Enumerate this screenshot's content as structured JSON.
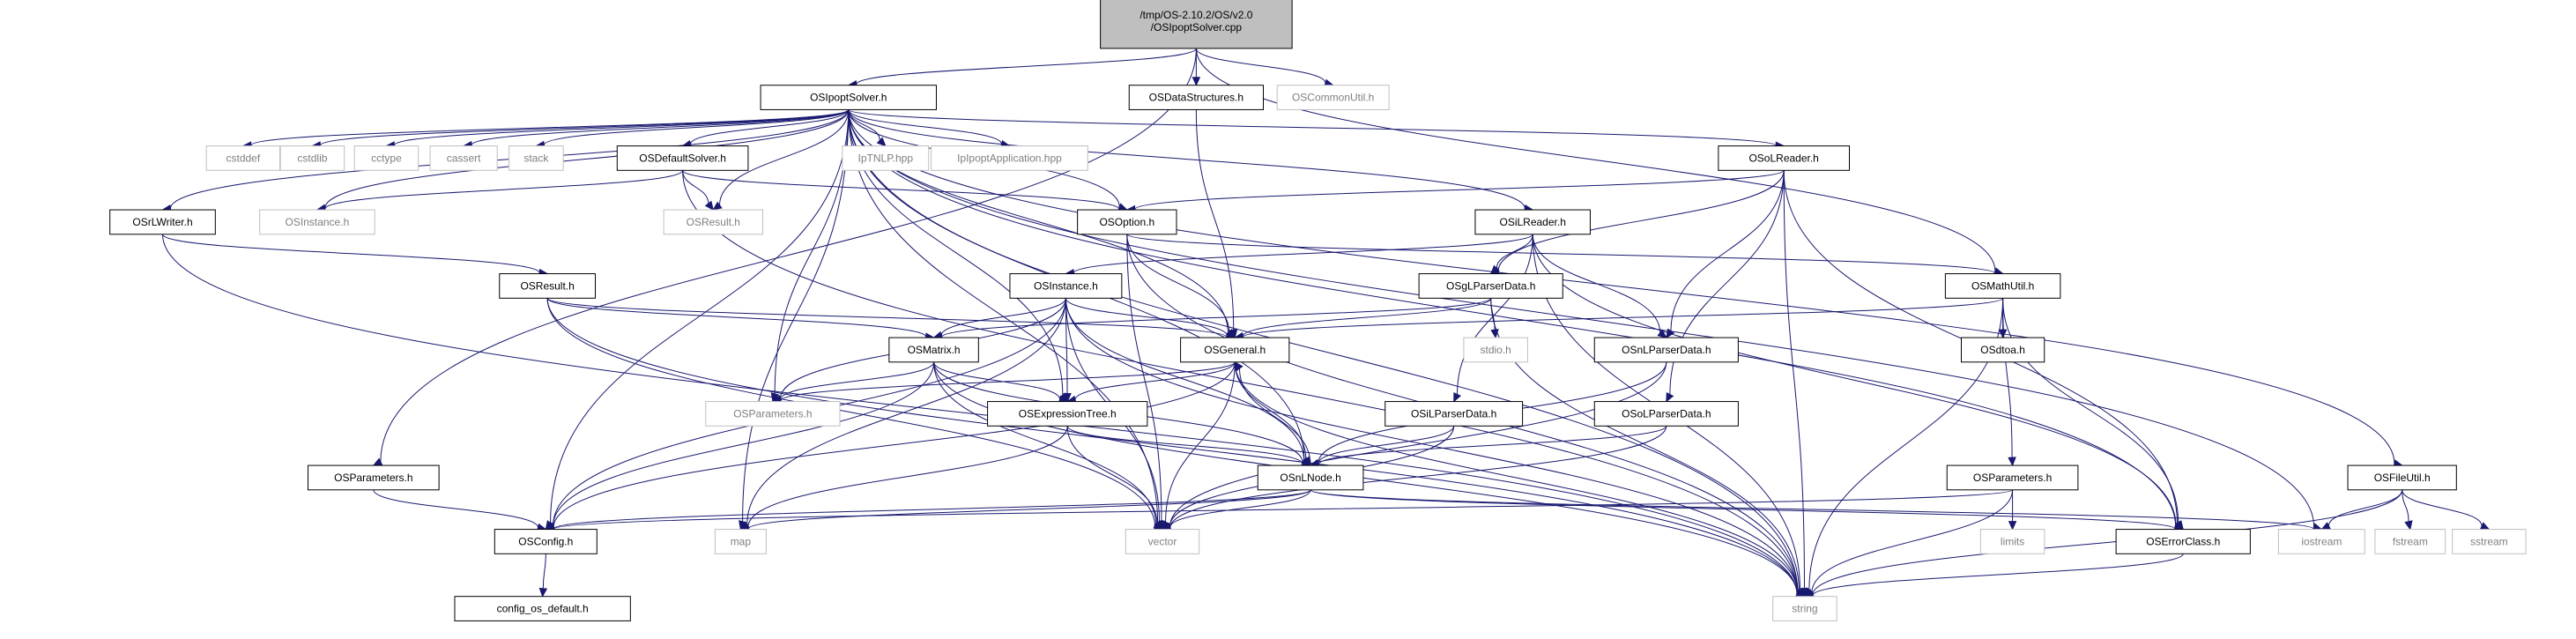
{
  "colors": {
    "edge": "#191970",
    "node_border": "#000000",
    "node_border_missing": "#bfbfbf",
    "root_fill": "#bfbfbf",
    "node_fill": "#ffffff",
    "text": "#000000",
    "text_missing": "#7f7f7f"
  },
  "nodes": [
    {
      "id": "root",
      "label": "/tmp/OS-2.10.2/OS/v2.0\n/OSIpoptSolver.cpp",
      "kind": "root"
    },
    {
      "id": "ipoptsolver",
      "label": "OSIpoptSolver.h",
      "kind": "file"
    },
    {
      "id": "datastructures",
      "label": "OSDataStructures.h",
      "kind": "file"
    },
    {
      "id": "commonutil",
      "label": "OSCommonUtil.h",
      "kind": "missing"
    },
    {
      "id": "cstddef",
      "label": "cstddef",
      "kind": "missing"
    },
    {
      "id": "cstdlib",
      "label": "cstdlib",
      "kind": "missing"
    },
    {
      "id": "cctype",
      "label": "cctype",
      "kind": "missing"
    },
    {
      "id": "cassert",
      "label": "cassert",
      "kind": "missing"
    },
    {
      "id": "stack",
      "label": "stack",
      "kind": "missing"
    },
    {
      "id": "defaultsolver",
      "label": "OSDefaultSolver.h",
      "kind": "file"
    },
    {
      "id": "iptnlp",
      "label": "IpTNLP.hpp",
      "kind": "missing"
    },
    {
      "id": "ipoptapp",
      "label": "IpIpoptApplication.hpp",
      "kind": "missing"
    },
    {
      "id": "osolreader",
      "label": "OSoLReader.h",
      "kind": "file"
    },
    {
      "id": "osfileutil",
      "label": "OSFileUtil.h",
      "kind": "file"
    },
    {
      "id": "osrlwriter",
      "label": "OSrLWriter.h",
      "kind": "file"
    },
    {
      "id": "osinstance_m",
      "label": "OSInstance.h",
      "kind": "missing"
    },
    {
      "id": "osresult_m",
      "label": "OSResult.h",
      "kind": "missing"
    },
    {
      "id": "osoption",
      "label": "OSOption.h",
      "kind": "file"
    },
    {
      "id": "osilreader",
      "label": "OSiLReader.h",
      "kind": "file"
    },
    {
      "id": "osresult",
      "label": "OSResult.h",
      "kind": "file"
    },
    {
      "id": "osinstance",
      "label": "OSInstance.h",
      "kind": "file"
    },
    {
      "id": "osglparser",
      "label": "OSgLParserData.h",
      "kind": "file"
    },
    {
      "id": "osmathutil",
      "label": "OSMathUtil.h",
      "kind": "file"
    },
    {
      "id": "osmatrix",
      "label": "OSMatrix.h",
      "kind": "file"
    },
    {
      "id": "osgeneral",
      "label": "OSGeneral.h",
      "kind": "file"
    },
    {
      "id": "stdio",
      "label": "stdio.h",
      "kind": "missing"
    },
    {
      "id": "osnlparser",
      "label": "OSnLParserData.h",
      "kind": "file"
    },
    {
      "id": "osdtoa",
      "label": "OSdtoa.h",
      "kind": "file"
    },
    {
      "id": "osparameters_m",
      "label": "OSParameters.h",
      "kind": "missing"
    },
    {
      "id": "osexprtree",
      "label": "OSExpressionTree.h",
      "kind": "file"
    },
    {
      "id": "osilparser",
      "label": "OSiLParserData.h",
      "kind": "file"
    },
    {
      "id": "osolparser",
      "label": "OSoLParserData.h",
      "kind": "file"
    },
    {
      "id": "osparameters_l",
      "label": "OSParameters.h",
      "kind": "file"
    },
    {
      "id": "osnlnode",
      "label": "OSnLNode.h",
      "kind": "file"
    },
    {
      "id": "osparameters_r",
      "label": "OSParameters.h",
      "kind": "file"
    },
    {
      "id": "limits",
      "label": "limits",
      "kind": "missing"
    },
    {
      "id": "fstream",
      "label": "fstream",
      "kind": "missing"
    },
    {
      "id": "sstream",
      "label": "sstream",
      "kind": "missing"
    },
    {
      "id": "osconfig",
      "label": "OSConfig.h",
      "kind": "file"
    },
    {
      "id": "map",
      "label": "map",
      "kind": "missing"
    },
    {
      "id": "vector",
      "label": "vector",
      "kind": "missing"
    },
    {
      "id": "iostream",
      "label": "iostream",
      "kind": "missing"
    },
    {
      "id": "oserrorclass",
      "label": "OSErrorClass.h",
      "kind": "file"
    },
    {
      "id": "configdefault",
      "label": "config_os_default.h",
      "kind": "file"
    },
    {
      "id": "string",
      "label": "string",
      "kind": "missing"
    }
  ],
  "edges": [
    [
      "root",
      "ipoptsolver"
    ],
    [
      "root",
      "datastructures"
    ],
    [
      "root",
      "commonutil"
    ],
    [
      "root",
      "osparameters_l"
    ],
    [
      "root",
      "osmathutil"
    ],
    [
      "ipoptsolver",
      "cstddef"
    ],
    [
      "ipoptsolver",
      "cstdlib"
    ],
    [
      "ipoptsolver",
      "cctype"
    ],
    [
      "ipoptsolver",
      "cassert"
    ],
    [
      "ipoptsolver",
      "stack"
    ],
    [
      "ipoptsolver",
      "defaultsolver"
    ],
    [
      "ipoptsolver",
      "iptnlp"
    ],
    [
      "ipoptsolver",
      "ipoptapp"
    ],
    [
      "ipoptsolver",
      "osolreader"
    ],
    [
      "ipoptsolver",
      "osfileutil"
    ],
    [
      "ipoptsolver",
      "osrlwriter"
    ],
    [
      "ipoptsolver",
      "osinstance_m"
    ],
    [
      "ipoptsolver",
      "osresult_m"
    ],
    [
      "ipoptsolver",
      "osoption"
    ],
    [
      "ipoptsolver",
      "osilreader"
    ],
    [
      "ipoptsolver",
      "osgeneral"
    ],
    [
      "ipoptsolver",
      "osnlnode"
    ],
    [
      "ipoptsolver",
      "osexprtree"
    ],
    [
      "ipoptsolver",
      "osparameters_m"
    ],
    [
      "ipoptsolver",
      "osconfig"
    ],
    [
      "ipoptsolver",
      "map"
    ],
    [
      "ipoptsolver",
      "vector"
    ],
    [
      "ipoptsolver",
      "string"
    ],
    [
      "ipoptsolver",
      "iostream"
    ],
    [
      "ipoptsolver",
      "oserrorclass"
    ],
    [
      "datastructures",
      "osgeneral"
    ],
    [
      "defaultsolver",
      "osinstance_m"
    ],
    [
      "defaultsolver",
      "osresult_m"
    ],
    [
      "defaultsolver",
      "osoption"
    ],
    [
      "defaultsolver",
      "string"
    ],
    [
      "osolreader",
      "osoption"
    ],
    [
      "osolreader",
      "osglparser"
    ],
    [
      "osolreader",
      "osnlparser"
    ],
    [
      "osolreader",
      "osolparser"
    ],
    [
      "osolreader",
      "oserrorclass"
    ],
    [
      "osolreader",
      "string"
    ],
    [
      "osfileutil",
      "iostream"
    ],
    [
      "osfileutil",
      "fstream"
    ],
    [
      "osfileutil",
      "sstream"
    ],
    [
      "osfileutil",
      "string"
    ],
    [
      "osrlwriter",
      "osresult"
    ],
    [
      "osrlwriter",
      "string"
    ],
    [
      "osoption",
      "osgeneral"
    ],
    [
      "osoption",
      "osmathutil"
    ],
    [
      "osoption",
      "vector"
    ],
    [
      "osoption",
      "string"
    ],
    [
      "osilreader",
      "osinstance"
    ],
    [
      "osilreader",
      "osglparser"
    ],
    [
      "osilreader",
      "osnlparser"
    ],
    [
      "osilreader",
      "osilparser"
    ],
    [
      "osilreader",
      "oserrorclass"
    ],
    [
      "osilreader",
      "string"
    ],
    [
      "osresult",
      "osgeneral"
    ],
    [
      "osresult",
      "osmatrix"
    ],
    [
      "osresult",
      "vector"
    ],
    [
      "osresult",
      "string"
    ],
    [
      "osinstance",
      "osmatrix"
    ],
    [
      "osinstance",
      "osgeneral"
    ],
    [
      "osinstance",
      "osexprtree"
    ],
    [
      "osinstance",
      "osnlnode"
    ],
    [
      "osinstance",
      "osparameters_m"
    ],
    [
      "osinstance",
      "osconfig"
    ],
    [
      "osinstance",
      "map"
    ],
    [
      "osinstance",
      "vector"
    ],
    [
      "osinstance",
      "string"
    ],
    [
      "osglparser",
      "osmatrix"
    ],
    [
      "osglparser",
      "osgeneral"
    ],
    [
      "osglparser",
      "stdio"
    ],
    [
      "osglparser",
      "string"
    ],
    [
      "osmathutil",
      "osgeneral"
    ],
    [
      "osmathutil",
      "osdtoa"
    ],
    [
      "osmathutil",
      "osparameters_r"
    ],
    [
      "osmathutil",
      "oserrorclass"
    ],
    [
      "osmathutil",
      "string"
    ],
    [
      "osmatrix",
      "osparameters_m"
    ],
    [
      "osmatrix",
      "osexprtree"
    ],
    [
      "osmatrix",
      "osnlnode"
    ],
    [
      "osmatrix",
      "osconfig"
    ],
    [
      "osmatrix",
      "vector"
    ],
    [
      "osmatrix",
      "string"
    ],
    [
      "osgeneral",
      "osparameters_m"
    ],
    [
      "osgeneral",
      "osexprtree"
    ],
    [
      "osgeneral",
      "osnlnode"
    ],
    [
      "osgeneral",
      "osconfig"
    ],
    [
      "osgeneral",
      "vector"
    ],
    [
      "osgeneral",
      "string"
    ],
    [
      "osnlparser",
      "osnlnode"
    ],
    [
      "osnlparser",
      "vector"
    ],
    [
      "osexprtree",
      "osnlnode"
    ],
    [
      "osexprtree",
      "map"
    ],
    [
      "osexprtree",
      "vector"
    ],
    [
      "osilparser",
      "osnlnode"
    ],
    [
      "osilparser",
      "vector"
    ],
    [
      "osolparser",
      "osnlnode"
    ],
    [
      "osolparser",
      "vector"
    ],
    [
      "osparameters_l",
      "osconfig"
    ],
    [
      "osnlnode",
      "osgeneral"
    ],
    [
      "osnlnode",
      "osconfig"
    ],
    [
      "osnlnode",
      "map"
    ],
    [
      "osnlnode",
      "vector"
    ],
    [
      "osnlnode",
      "iostream"
    ],
    [
      "osnlnode",
      "oserrorclass"
    ],
    [
      "osparameters_r",
      "osconfig"
    ],
    [
      "osparameters_r",
      "limits"
    ],
    [
      "osparameters_r",
      "string"
    ],
    [
      "osconfig",
      "configdefault"
    ],
    [
      "oserrorclass",
      "string"
    ]
  ]
}
